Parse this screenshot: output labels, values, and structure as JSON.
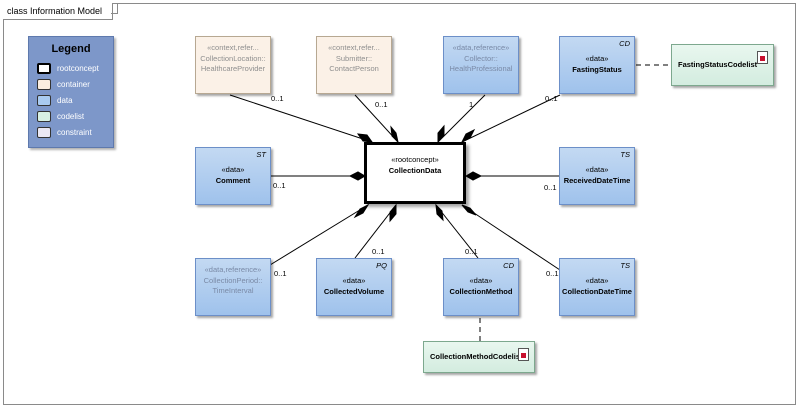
{
  "frame": {
    "title": "class Information Model"
  },
  "legend": {
    "title": "Legend",
    "items": [
      {
        "label": "rootconcept",
        "color": "#ffffff",
        "border": "#000000"
      },
      {
        "label": "container",
        "color": "#fbeee0",
        "border": "#7a7a7a"
      },
      {
        "label": "data",
        "color": "#a9cbf1",
        "border": "#4a6fa8"
      },
      {
        "label": "codelist",
        "color": "#d8f1e4",
        "border": "#4a7a5e"
      },
      {
        "label": "constraint",
        "color": "#eae8f4",
        "border": "#6a6a8a"
      }
    ]
  },
  "root": {
    "stereotype": "«rootconcept»",
    "name": "CollectionData"
  },
  "nodes": {
    "collection_location": {
      "stereotype": "«context,refer...",
      "name": "CollectionLocation::\nHealthcareProvider"
    },
    "submitter": {
      "stereotype": "«context,refer...",
      "name": "Submitter::\nContactPerson"
    },
    "collector": {
      "stereotype": "«data,reference»",
      "name": "Collector::\nHealthProfessional"
    },
    "fasting_status": {
      "stereotype": "«data»",
      "name": "FastingStatus",
      "tag": "CD"
    },
    "comment": {
      "stereotype": "«data»",
      "name": "Comment",
      "tag": "ST"
    },
    "received_datetime": {
      "stereotype": "«data»",
      "name": "ReceivedDateTime",
      "tag": "TS"
    },
    "collection_period": {
      "stereotype": "«data,reference»",
      "name": "CollectionPeriod::\nTimeInterval"
    },
    "collected_volume": {
      "stereotype": "«data»",
      "name": "CollectedVolume",
      "tag": "PQ"
    },
    "collection_method": {
      "stereotype": "«data»",
      "name": "CollectionMethod",
      "tag": "CD"
    },
    "collection_datetime": {
      "stereotype": "«data»",
      "name": "CollectionDateTime",
      "tag": "TS"
    }
  },
  "codelists": {
    "fasting_status_codelist": {
      "name": "FastingStatusCodelist"
    },
    "collection_method_codelist": {
      "name": "CollectionMethodCodelist"
    }
  },
  "multiplicities": {
    "collection_location": "0..1",
    "submitter": "0..1",
    "collector": "1",
    "fasting_status": "0..1",
    "comment": "0..1",
    "received_datetime": "0..1",
    "collection_period": "0..1",
    "collected_volume": "0..1",
    "collection_method": "0..1",
    "collection_datetime": "0..1"
  }
}
